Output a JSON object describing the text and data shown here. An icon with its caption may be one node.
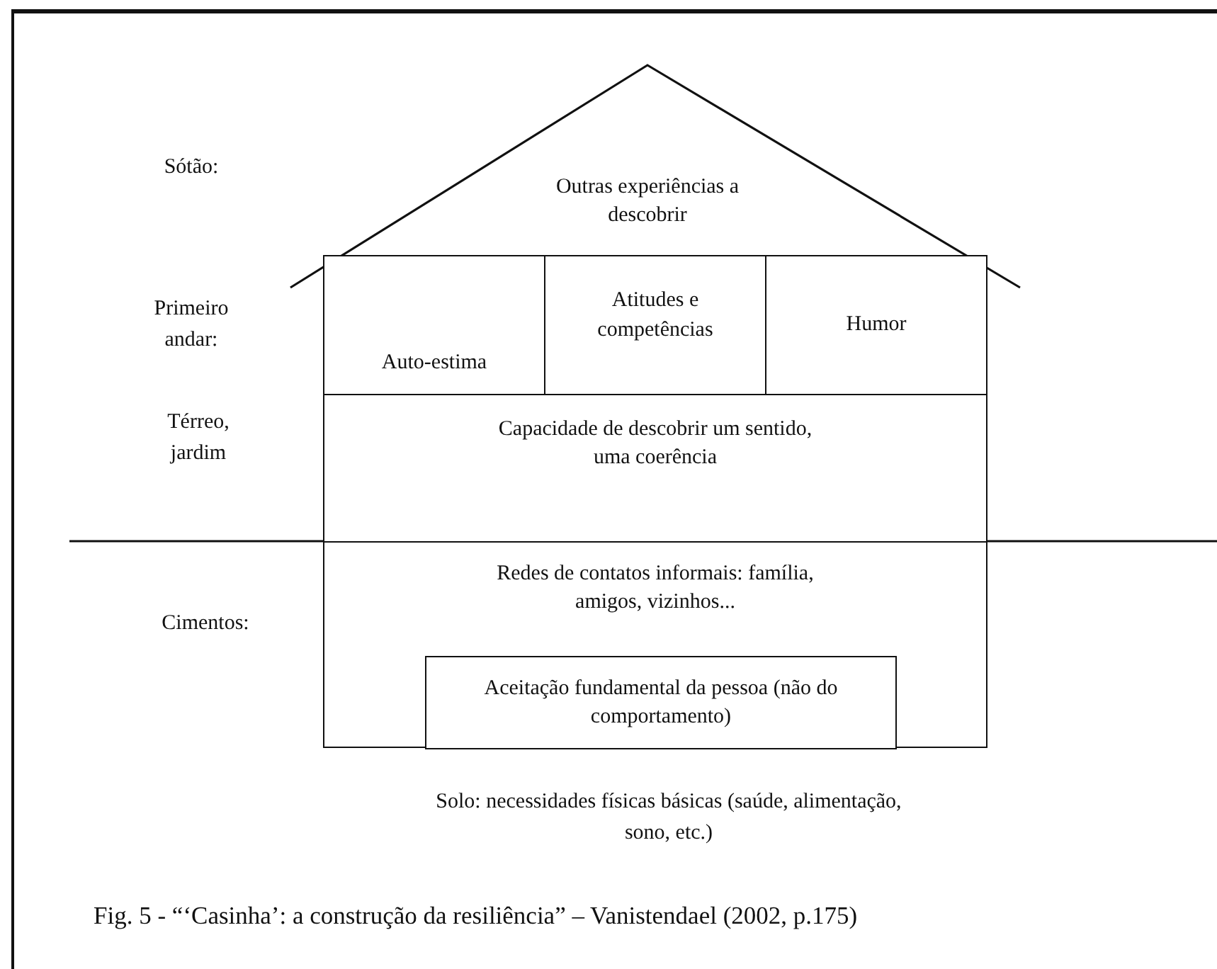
{
  "diagram": {
    "caption": "Fig. 5 - “‘Casinha’: a construção da resiliência” – Vanistendael (2002, p.175)",
    "nodes": [
      {
        "text": [
          "Outras experiências a descobrir"
        ]
      },
      {
        "text": [
          "Auto-estima"
        ]
      },
      {
        "text": [
          "Atitudes e competências"
        ]
      },
      {
        "text": [
          "Humor"
        ]
      },
      {
        "text": [
          "Capacidade de descobrir um sentido, uma coerência"
        ]
      },
      {
        "text": [
          "Redes de contatos informais: família, amigos, vizinhos..."
        ]
      },
      {
        "text": [
          "Aceitação fundamental da pessoa (não do comportamento)"
        ],
        "in": 5
      }
    ],
    "labels": [
      "Sótão:",
      "Primeiro andar:",
      "Térreo, jardim",
      "Cimentos:",
      "Solo: necessidades físicas básicas (saúde, alimentação, sono, etc.)"
    ]
  }
}
